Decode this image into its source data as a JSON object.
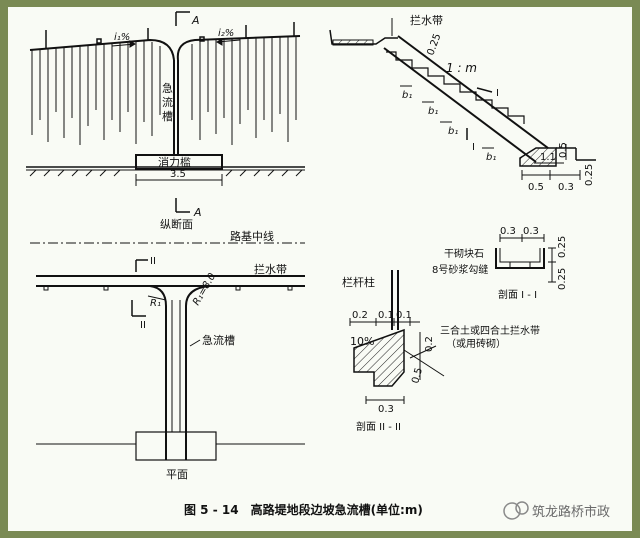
{
  "caption": {
    "text": "图 5 - 14　高路堤地段边坡急流槽(单位:m)"
  },
  "watermark": {
    "text": "筑龙路桥市政"
  },
  "longitudinal": {
    "title": "纵断面",
    "section_mark": "A",
    "slope_left": "i₁%",
    "slope_right": "i₂%",
    "chute_label": "急\n流\n槽",
    "basin_label": "消力槛",
    "width_dim": "3.5"
  },
  "slope_section": {
    "seal_band": "拦水带",
    "slope_ratio": "1 : m",
    "dim_025_top": "0.25",
    "dim_11": "1.1",
    "dim_05_right": "0.5",
    "dim_05_bottom": "0.5",
    "dim_03_bottom": "0.3",
    "dim_025_right": "0.25",
    "b1": "b₁",
    "section_mark": "I"
  },
  "plan": {
    "title": "平面",
    "centerline": "路基中线",
    "seal_band": "拦水带",
    "section_mark": "II",
    "r1": "R₁",
    "r2": "R₁=8.0",
    "chute_label": "急流槽"
  },
  "section_1": {
    "title": "剖面 I - I",
    "dim_03a": "0.3",
    "dim_03b": "0.3",
    "dim_025a": "0.25",
    "dim_025b": "0.25",
    "stone_label": "干砌块石",
    "joint_label": "8号砂浆勾缝"
  },
  "section_2": {
    "title": "剖面 II - II",
    "post_label": "栏杆柱",
    "dim_02": "0.2",
    "dim_01a": "0.1",
    "dim_01b": "0.1",
    "slope_pct": "10%",
    "dim_02_right": "0.2",
    "dim_05": "0.5",
    "dim_03": "0.3",
    "band_note_1": "三合土或四合土拦水带",
    "band_note_2": "（或用砖砌）"
  }
}
